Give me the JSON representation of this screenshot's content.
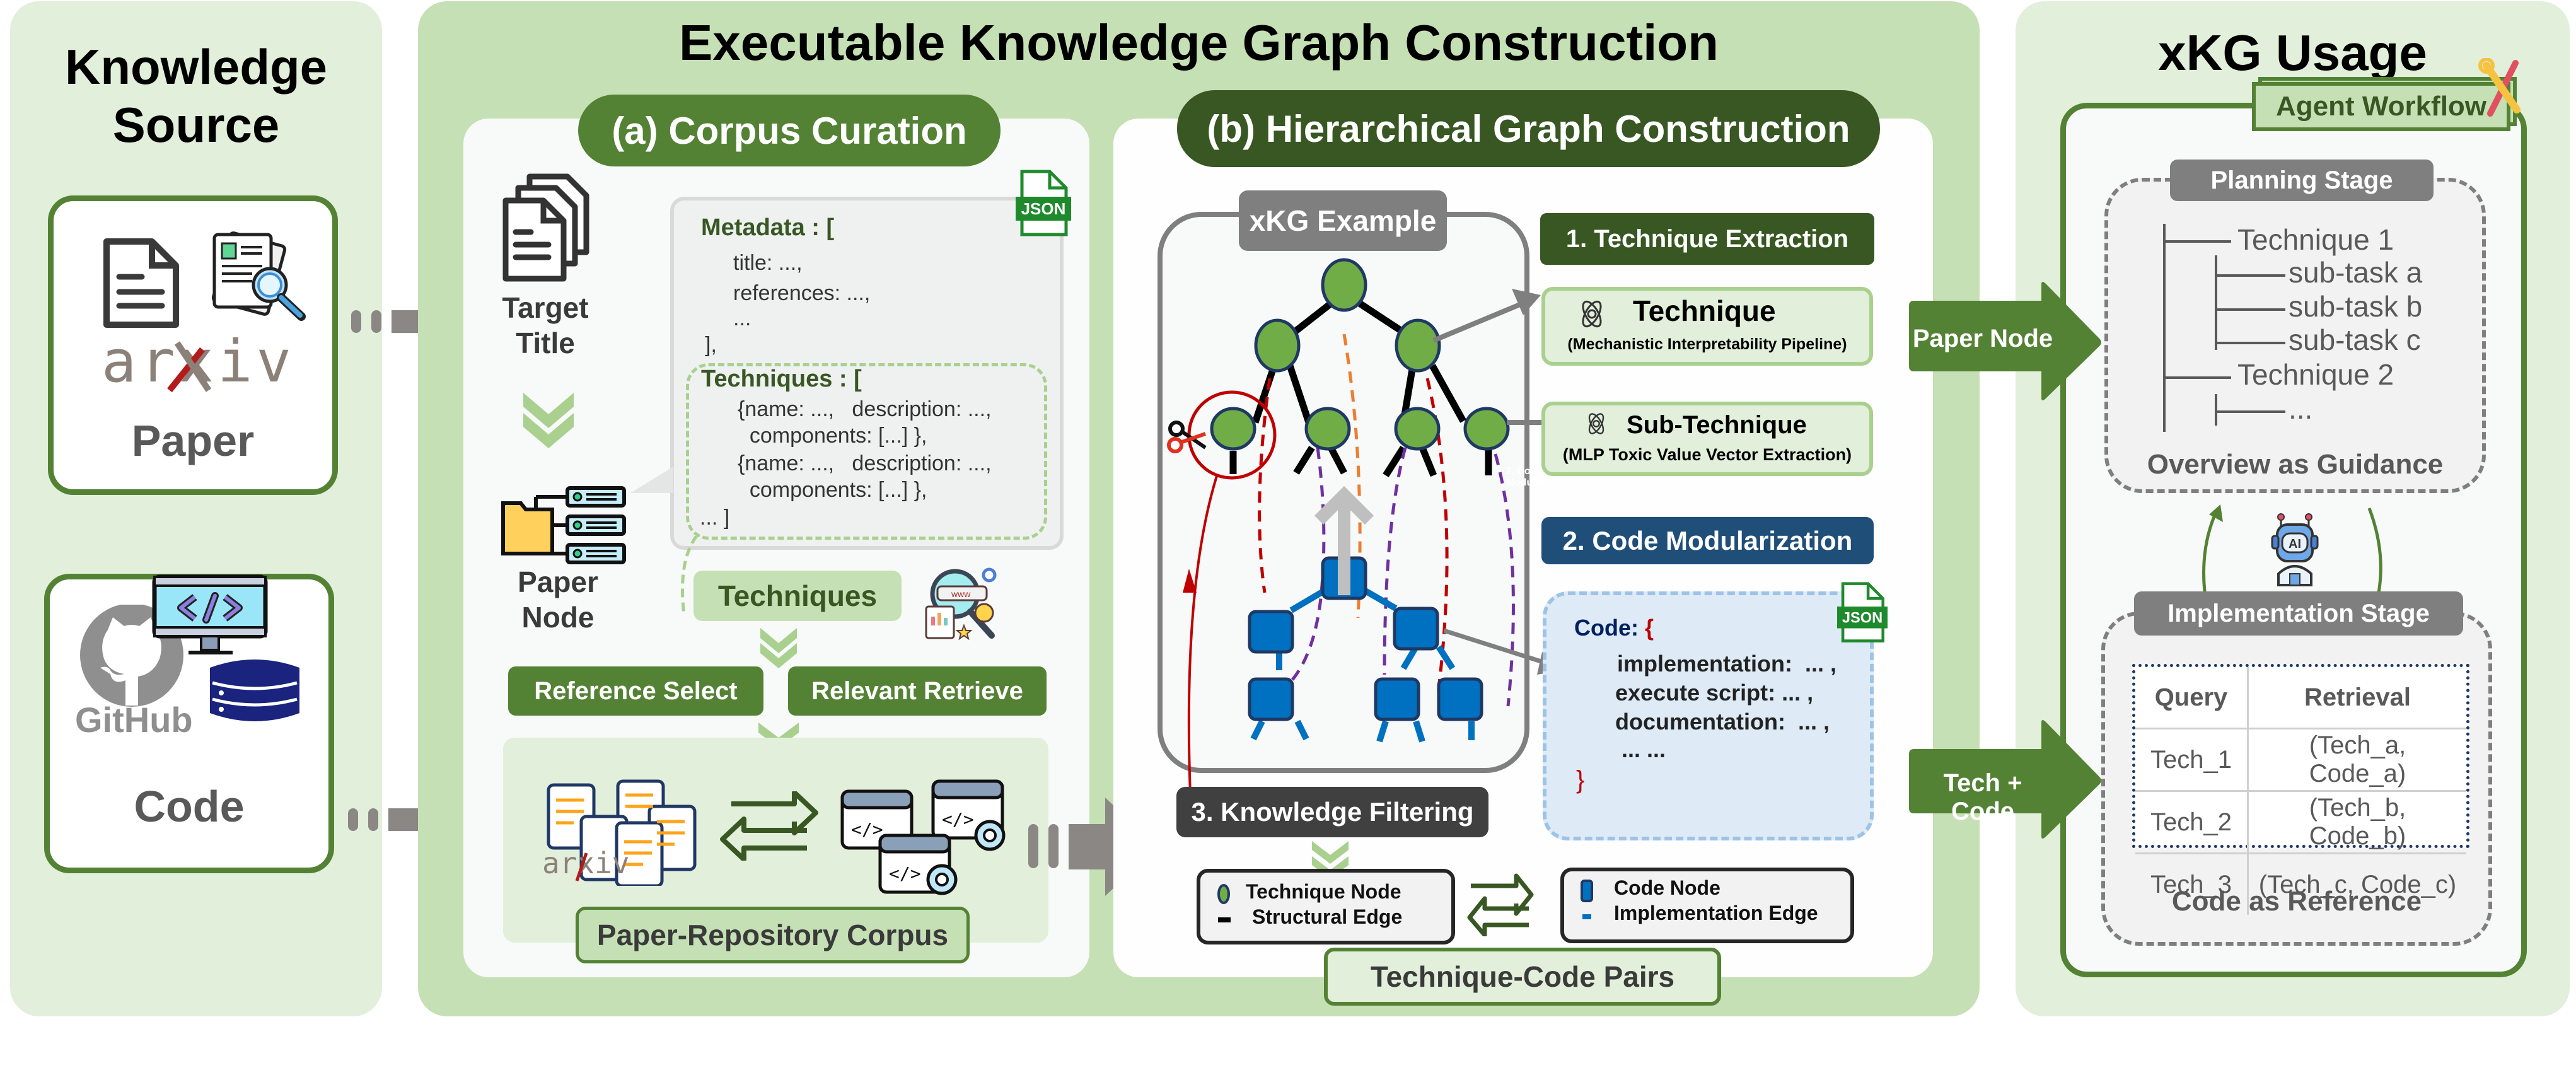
{
  "knowledge_source": {
    "title_line1": "Knowledge",
    "title_line2": "Source",
    "paper": {
      "label": "Paper",
      "logo_text": "arxiv",
      "icons": [
        "document-icon",
        "paper-search-icon",
        "arxiv-logo"
      ]
    },
    "code": {
      "label": "Code",
      "logo_text": "GitHub",
      "icons": [
        "github-logo",
        "code-monitor-icon",
        "database-icon"
      ]
    }
  },
  "construction": {
    "title": "Executable Knowledge Graph Construction",
    "corpus_curation": {
      "header": "(a) Corpus Curation",
      "target_title": [
        "Target",
        "Title"
      ],
      "paper_node": [
        "Paper",
        "Node"
      ],
      "json_badge": "JSON",
      "metadata_head": "Metadata : [",
      "metadata_lines": [
        "title: ...,",
        "references: ...,",
        "..."
      ],
      "metadata_close": "],",
      "techniques_head": "Techniques : [",
      "techniques_lines": [
        "{name: ...,   description: ...,",
        "  components: [...] },",
        "{name: ...,   description: ...,",
        "  components: [...] },"
      ],
      "techniques_close": "... ]",
      "techniques_label": "Techniques",
      "reference_select": "Reference Select",
      "relevant_retrieve": "Relevant Retrieve",
      "corpus_label": "Paper-Repository Corpus",
      "arxiv_text": "arxiv"
    },
    "graph_construction": {
      "header": "(b) Hierarchical Graph Construction",
      "example_label": "xKG Example",
      "step1": "1. Technique Extraction",
      "technique_title": "Technique",
      "technique_sub": "(Mechanistic Interpretability Pipeline)",
      "subtechnique_title": "Sub-Technique",
      "subtechnique_sub": "(MLP Toxic Value Vector Extraction)",
      "step2": "2. Code Modularization",
      "json_badge": "JSON",
      "code_head": "Code:",
      "code_open": "{",
      "code_lines": [
        "implementation:  ... ,",
        "execute script: ... ,",
        "documentation:  ... ,",
        " ... ..."
      ],
      "code_close": "}",
      "step3": "3. Knowledge Filtering",
      "legend_left": [
        {
          "marker": "circle",
          "label": "Technique Node"
        },
        {
          "marker": "black-dash",
          "label": "Structural Edge"
        }
      ],
      "legend_right": [
        {
          "marker": "square",
          "label": "Code Node"
        },
        {
          "marker": "blue-dash",
          "label": "Implementation Edge"
        }
      ],
      "pairs_label": "Technique-Code Pairs"
    }
  },
  "usage": {
    "title": "xKG Usage",
    "workflow_label": "Agent Workflow",
    "arrow_paper_node": "Paper Node",
    "arrow_tech_code": "Tech + Code",
    "planning": {
      "label": "Planning Stage",
      "tree": [
        {
          "level": 0,
          "text": "Technique 1"
        },
        {
          "level": 1,
          "text": "sub-task a"
        },
        {
          "level": 1,
          "text": "sub-task b"
        },
        {
          "level": 1,
          "text": "sub-task c"
        },
        {
          "level": 0,
          "text": "Technique 2"
        },
        {
          "level": 1,
          "text": "..."
        }
      ],
      "caption": "Overview as Guidance"
    },
    "implementation": {
      "label": "Implementation Stage",
      "table_headers": [
        "Query",
        "Retrieval"
      ],
      "table_rows": [
        [
          "Tech_1",
          "(Tech_a, Code_a)"
        ],
        [
          "Tech_2",
          "(Tech_b, Code_b)"
        ],
        [
          "Tech_3",
          "(Tech_c, Code_c)"
        ]
      ],
      "caption": "Code as Reference"
    },
    "ai_icon_text": "AI"
  },
  "colors": {
    "panel_light_green": "#e2efda",
    "panel_mid_green": "#c5e0b4",
    "dark_green": "#548235",
    "darker_green": "#385723",
    "step2_blue": "#1f4e79",
    "step3_gray": "#404040",
    "technique_node": "#70ad47",
    "code_node": "#0070c0"
  }
}
